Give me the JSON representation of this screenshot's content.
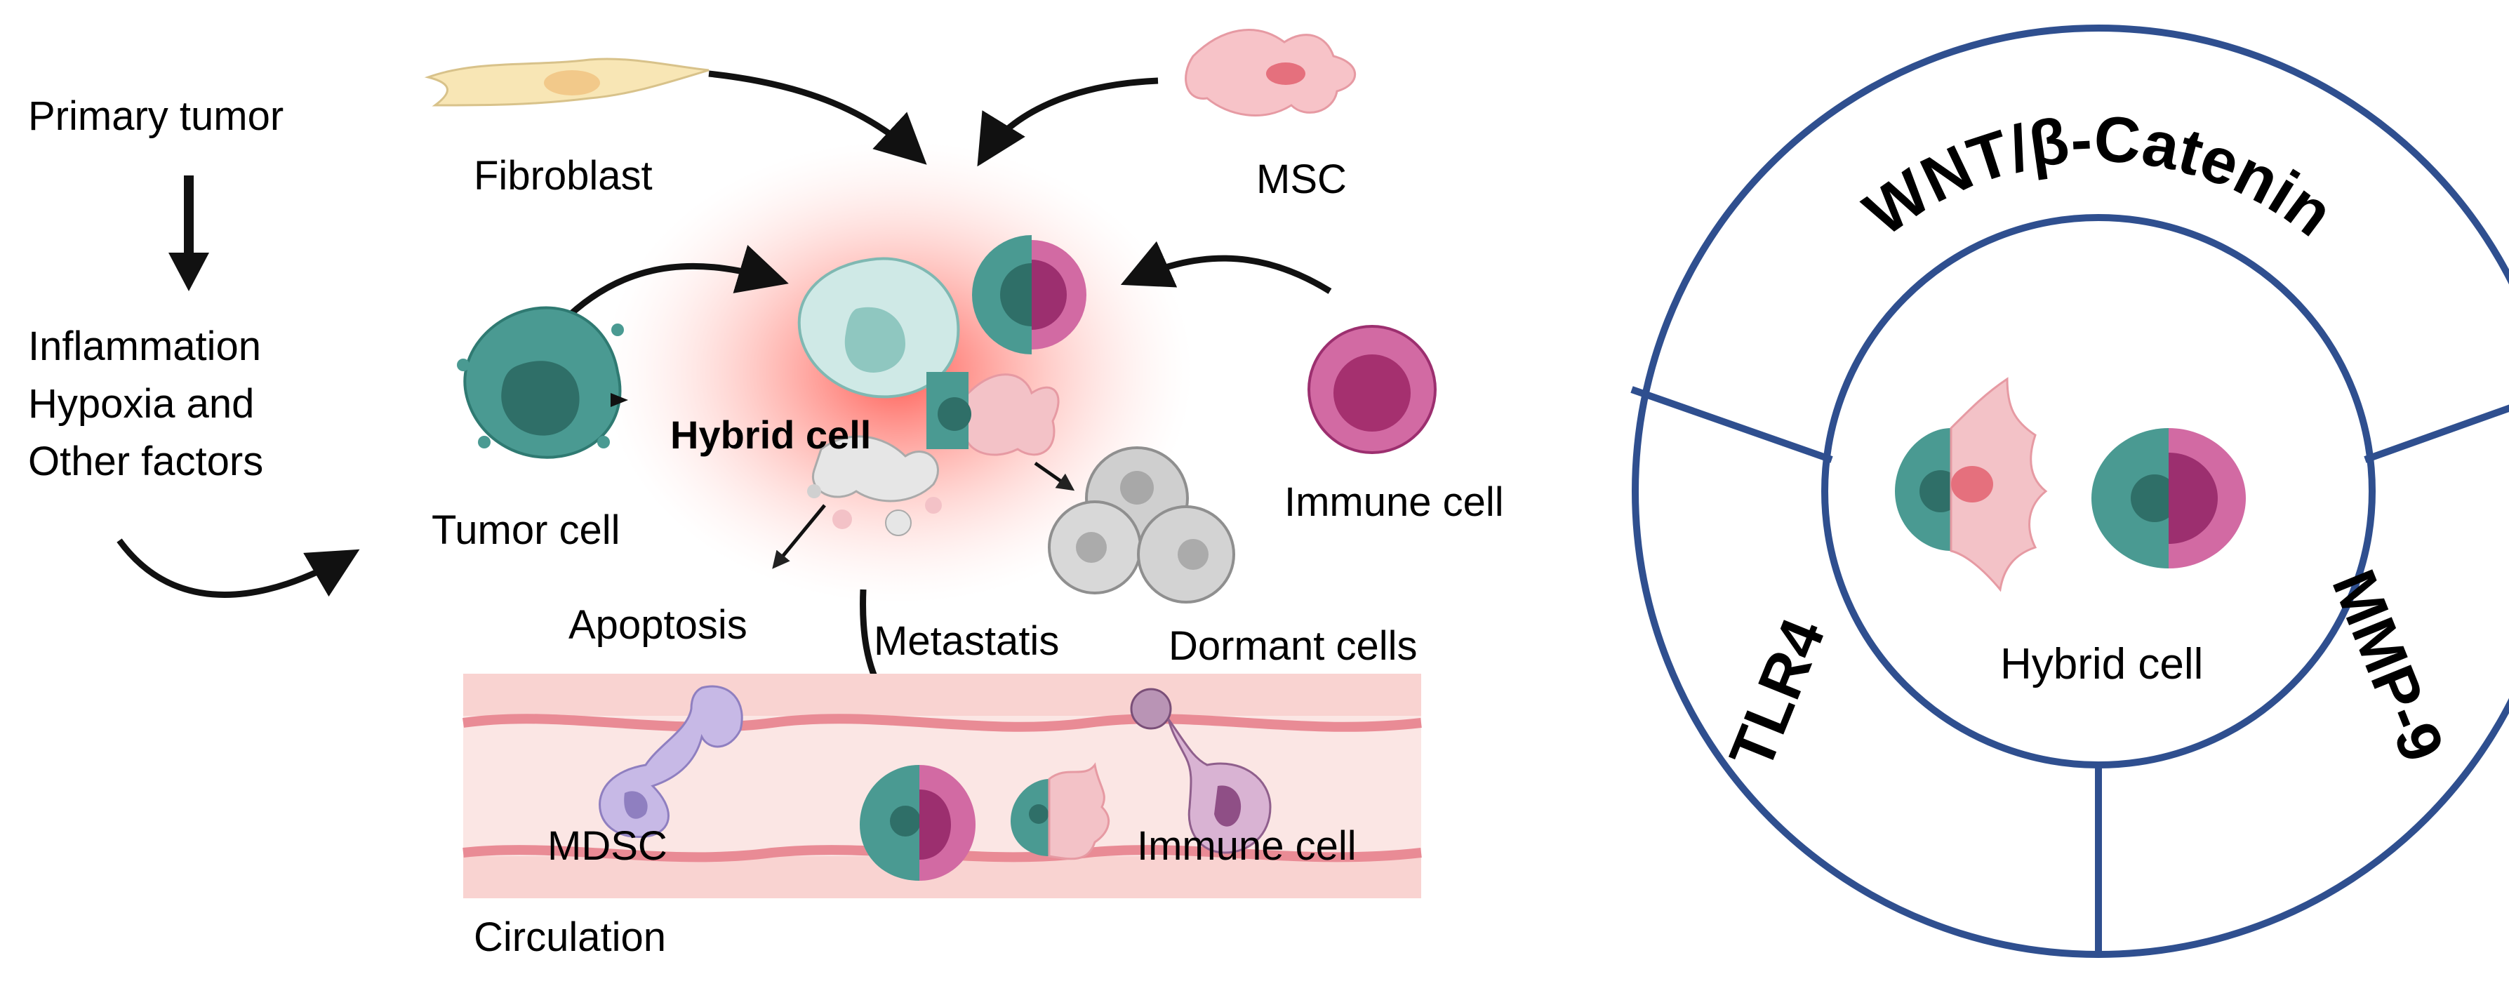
{
  "left_panel": {
    "primary_tumor": "Primary tumor",
    "factors": [
      "Inflammation",
      "Hypoxia and",
      "Other factors"
    ],
    "fibroblast": "Fibroblast",
    "msc": "MSC",
    "tumor_cell": "Tumor cell",
    "hybrid_cell": "Hybrid cell",
    "immune_cell": "Immune cell",
    "apoptosis": "Apoptosis",
    "metastasis": "Metastatis",
    "dormant_cells": "Dormant cells",
    "mdsc": "MDSC",
    "immune_cell_circulation": "Immune cell",
    "circulation": "Circulation"
  },
  "right_panel": {
    "center_label": "Hybrid cell",
    "pathway_top": "WNT/β-Catenin",
    "pathway_right": "MMP-9",
    "pathway_left": "TLR4"
  },
  "colors": {
    "ring_border": "#2f4f8f",
    "tumor_teal": "#4a9a92",
    "immune_magenta": "#b0457e",
    "stroma_pink": "#f2b7bd",
    "vessel_pink": "#f7c9c8",
    "glow_red": "#ff5a50"
  }
}
